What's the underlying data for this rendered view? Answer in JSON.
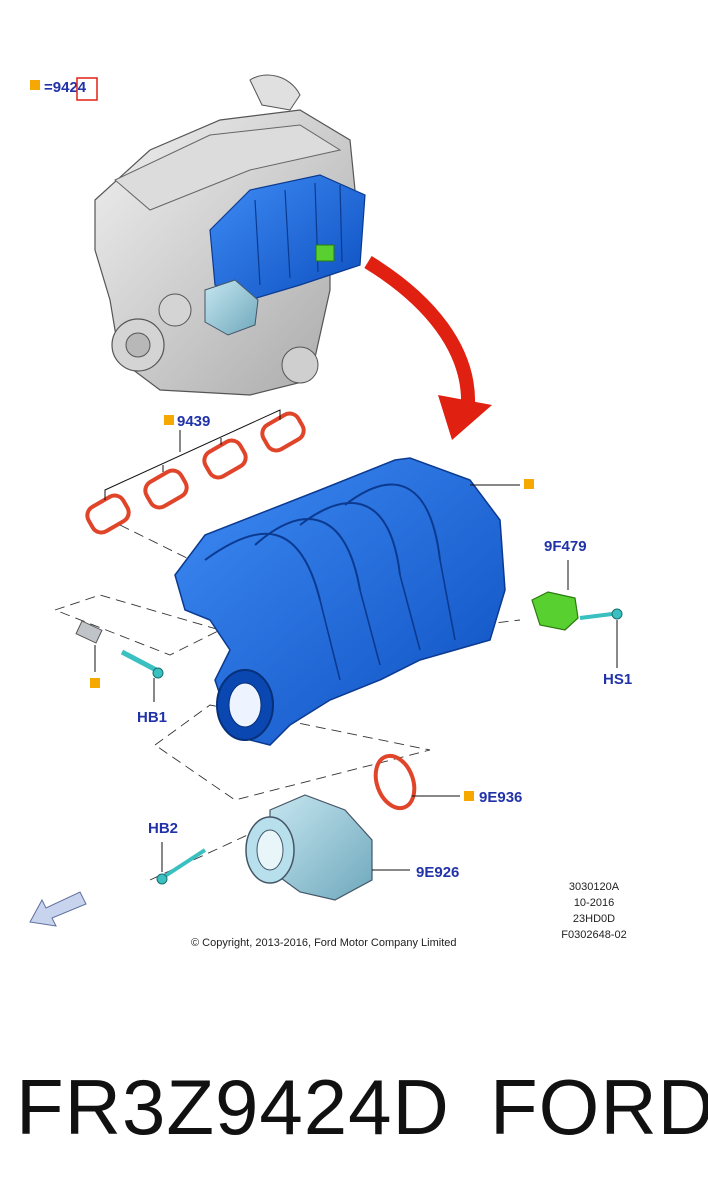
{
  "legend": {
    "marker_color": "#f5a800",
    "text": "=9424"
  },
  "callouts": {
    "gasket_set": "9439",
    "throttle_gasket": "9E936",
    "throttle_body": "9E926",
    "sensor": "9F479",
    "bolt_hs1": "HS1",
    "bolt_hb1": "HB1",
    "bolt_hb2": "HB2"
  },
  "reference": [
    "3030120A",
    "10-2016",
    "23HD0D",
    "F0302648-02"
  ],
  "copyright": "© Copyright, 2013-2016, Ford Motor Company Limited",
  "caption": {
    "part_number": "FR3Z9424D",
    "brand": "FORD"
  },
  "colors": {
    "manifold_blue": "#1e6fe0",
    "gasket_orange": "#e0452a",
    "arrow_red": "#e02010",
    "callout_blue": "#2233aa",
    "sensor_green": "#58d030",
    "throttle_teal": "#8ec8d8"
  }
}
